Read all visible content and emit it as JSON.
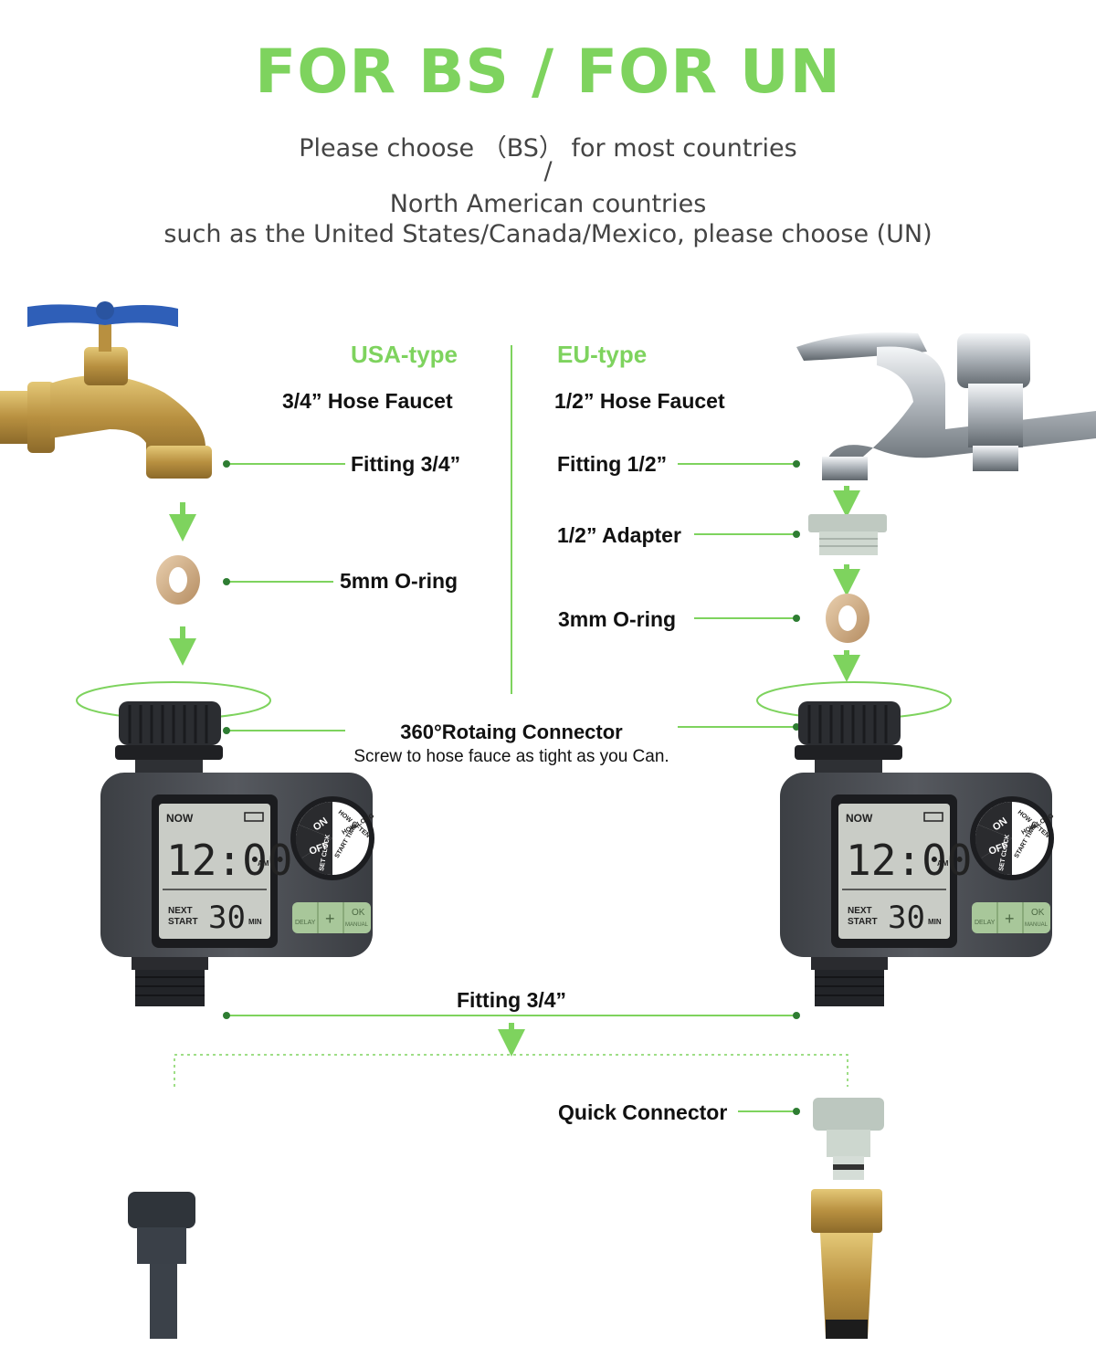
{
  "header": {
    "title": "FOR BS / FOR UN",
    "line1": "Please choose （BS） for most countries",
    "line2": "/",
    "line3": "North American countries",
    "line4": "such as the United States/Canada/Mexico, please choose (UN)"
  },
  "usa": {
    "heading": "USA-type",
    "faucet": "3/4” Hose Faucet",
    "fitting": "Fitting 3/4”",
    "oring": "5mm O-ring"
  },
  "eu": {
    "heading": "EU-type",
    "faucet": "1/2” Hose Faucet",
    "fitting": "Fitting 1/2”",
    "adapter": "1/2” Adapter",
    "oring": "3mm O-ring"
  },
  "connector": {
    "title": "360°Rotaing Connector",
    "note": "Screw to hose fauce as tight as you Can."
  },
  "bottom": {
    "fitting": "Fitting 3/4”",
    "quick": "Quick Connector"
  },
  "timer": {
    "now": "NOW",
    "time": "12:00",
    "am": "AM",
    "next": "NEXT",
    "start": "START",
    "minutes": "30",
    "min": "MIN",
    "btn_delay": "DELAY",
    "btn_plus": "+",
    "btn_ok": "OK",
    "btn_manual": "MANUAL",
    "dial_on": "ON",
    "dial_off": "OFF",
    "dial_often": "HOW OFTEN",
    "dial_long": "HOW LONG",
    "dial_start": "START TIME",
    "dial_clock": "SET CLOCK"
  },
  "colors": {
    "accent": "#7ed35e",
    "line": "#7ed35e",
    "device": "#4a4d52",
    "brass": "#c9a24a"
  }
}
